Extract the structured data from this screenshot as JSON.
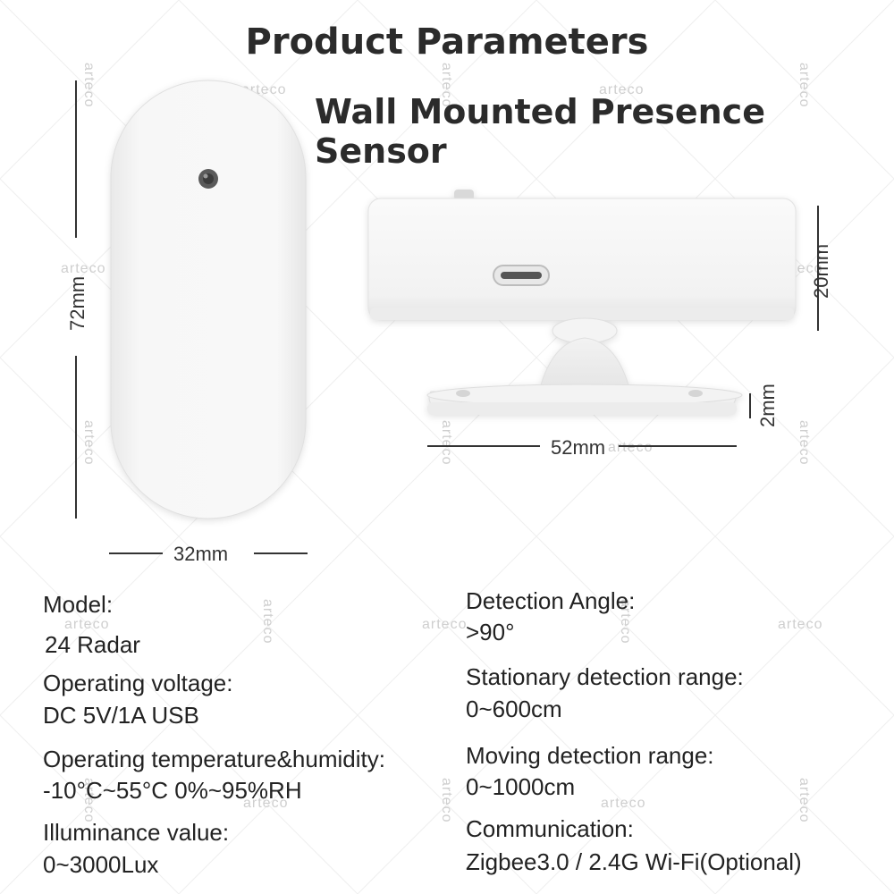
{
  "header": {
    "title": "Product Parameters",
    "subtitle": "Wall Mounted Presence Sensor"
  },
  "dimensions": {
    "height": "72mm",
    "width_front": "32mm",
    "depth": "52mm",
    "body_height": "20mm",
    "base_thickness": "2mm"
  },
  "watermark": "arteco",
  "specs_left": [
    {
      "label": "Model:",
      "value": "24 Radar"
    },
    {
      "label": "Operating voltage:",
      "value": "DC 5V/1A USB"
    },
    {
      "label": "Operating temperature&humidity:",
      "value": "-10°C~55°C 0%~95%RH"
    },
    {
      "label": "Illuminance value:",
      "value": "0~3000Lux"
    }
  ],
  "specs_right": [
    {
      "label": "Detection Angle:",
      "value": ">90°"
    },
    {
      "label": "Stationary detection range:",
      "value": "0~600cm"
    },
    {
      "label": "Moving detection range:",
      "value": "0~1000cm"
    },
    {
      "label": "Communication:",
      "value": "Zigbee3.0 / 2.4G Wi-Fi(Optional)"
    }
  ]
}
